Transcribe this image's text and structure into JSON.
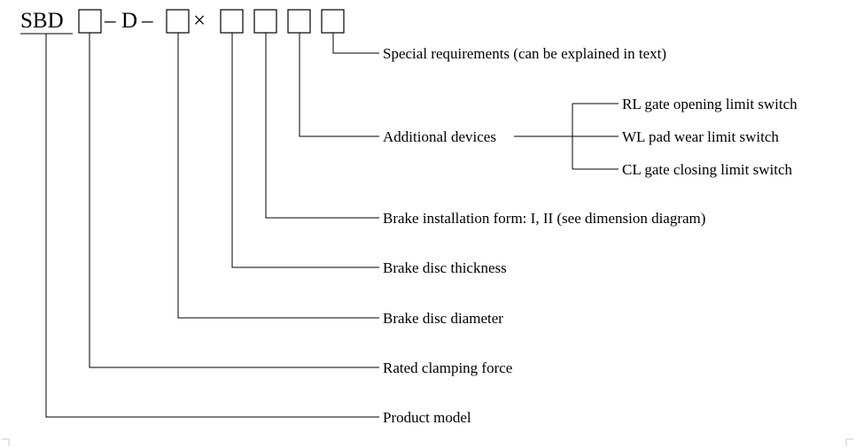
{
  "code": {
    "prefix": "SBD",
    "dash1": "–",
    "d_letter": "D",
    "dash2": "–",
    "times": "×"
  },
  "labels": {
    "special": "Special requirements (can be explained in text)",
    "additional": "Additional devices",
    "rl": "RL gate opening limit switch",
    "wl": "WL pad wear limit switch",
    "cl": "CL gate closing limit switch",
    "installation": "Brake installation form: I, II (see dimension diagram)",
    "thickness": "Brake disc thickness",
    "diameter": "Brake disc diameter",
    "clamping": "Rated clamping force",
    "model": "Product model"
  }
}
